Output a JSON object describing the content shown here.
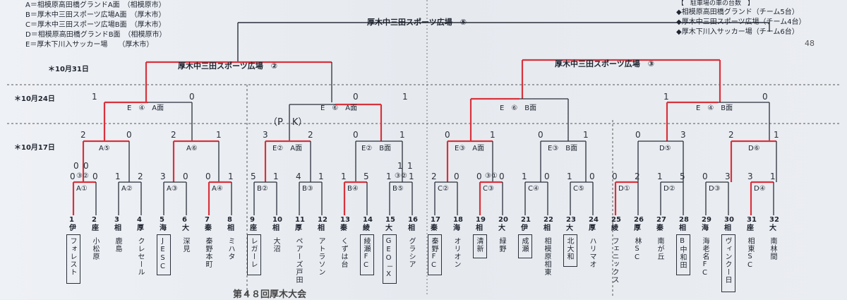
{
  "legend": [
    "A＝相模原高田橋グランドA面　（相模原市）",
    "B＝厚木中三田スポーツ広場A面　（厚木市）",
    "C＝厚木中三田スポーツ広場B面　（厚木市）",
    "D＝相模原高田橋グランドB面　（相模原市）",
    "E＝厚木下川入サッカー場　　（厚木市）"
  ],
  "parking": {
    "header": "【　駐車場の車の台数　】",
    "lines": [
      "◆相模原高田橋グランド（チーム5台）",
      "◆厚木中三田スポーツ広場（チーム4台）",
      "◆厚木下川入サッカー場（チーム6台）"
    ],
    "note": "48"
  },
  "dates": [
    "＊10月31日",
    "＊10月24日",
    "＊10月17日"
  ],
  "final_venue": "厚木中三田スポーツ広場　⑤",
  "semi_venues": [
    "厚木中三田スポーツ広場　②",
    "厚木中三田スポーツ広場　③"
  ],
  "qf_labels": [
    "E　④　A面",
    "E　⑥　A面",
    "E　⑥　B面",
    "E　④　B面"
  ],
  "r2_labels": [
    "A⑤",
    "A⑥",
    "E②　A面",
    "E②　B面",
    "E③　A面",
    "E③　B面",
    "D⑤",
    "D⑥"
  ],
  "r1_labels": [
    "A①",
    "A②",
    "A③",
    "A④",
    "B②",
    "B③",
    "B④",
    "B⑤",
    "C②",
    "C③",
    "C④",
    "C⑤",
    "D①",
    "D②",
    "D③",
    "D④"
  ],
  "pre_labels": [
    "③②",
    "③②",
    "③①"
  ],
  "pk_note": "（P　K）",
  "scores": {
    "qf": [
      "1",
      "0",
      "0",
      "1",
      "1",
      "0"
    ],
    "r2": [
      "2",
      "0",
      "2",
      "1",
      "3",
      "2",
      "0",
      "1",
      "0",
      "1",
      "0",
      "1",
      "0",
      "3",
      "2",
      "1"
    ],
    "r1": [
      "0",
      "0",
      "1",
      "2",
      "3",
      "0",
      "0",
      "1",
      "5",
      "1",
      "4",
      "1",
      "1",
      "5",
      "1",
      "1",
      "2",
      "0",
      "0",
      "0",
      "1",
      "0",
      "1",
      "0",
      "0",
      "2",
      "1",
      "5",
      "0",
      "3",
      "3",
      "1"
    ],
    "pre": [
      "0",
      "0",
      "1",
      "1"
    ]
  },
  "teams": [
    {
      "num": "1",
      "abbr": "伊",
      "name": "フォレスト",
      "boxed": true
    },
    {
      "num": "2",
      "abbr": "座",
      "name": "小松原",
      "boxed": false
    },
    {
      "num": "3",
      "abbr": "相",
      "name": "鹿島",
      "boxed": false
    },
    {
      "num": "4",
      "abbr": "厚",
      "name": "クレセール",
      "boxed": false
    },
    {
      "num": "5",
      "abbr": "海",
      "name": "JESC",
      "boxed": true
    },
    {
      "num": "6",
      "abbr": "大",
      "name": "深見",
      "boxed": false
    },
    {
      "num": "7",
      "abbr": "秦",
      "name": "秦野本町",
      "boxed": false
    },
    {
      "num": "8",
      "abbr": "相",
      "name": "ミハタ",
      "boxed": false
    },
    {
      "num": "9",
      "abbr": "座",
      "name": "レガーレ",
      "boxed": true
    },
    {
      "num": "10",
      "abbr": "相",
      "name": "大沼",
      "boxed": false
    },
    {
      "num": "11",
      "abbr": "厚",
      "name": "ペアーズ戸田",
      "boxed": false
    },
    {
      "num": "12",
      "abbr": "相",
      "name": "アトラソン",
      "boxed": false
    },
    {
      "num": "13",
      "abbr": "秦",
      "name": "くずは台",
      "boxed": false
    },
    {
      "num": "14",
      "abbr": "綾",
      "name": "綾瀬FC",
      "boxed": true
    },
    {
      "num": "15",
      "abbr": "大",
      "name": "GEO－X",
      "boxed": true
    },
    {
      "num": "16",
      "abbr": "相",
      "name": "グラシア",
      "boxed": false
    },
    {
      "num": "17",
      "abbr": "秦",
      "name": "秦野FC",
      "boxed": true
    },
    {
      "num": "18",
      "abbr": "海",
      "name": "オリオン",
      "boxed": false
    },
    {
      "num": "19",
      "abbr": "相",
      "name": "清新",
      "boxed": true
    },
    {
      "num": "20",
      "abbr": "大",
      "name": "緑野",
      "boxed": false
    },
    {
      "num": "21",
      "abbr": "伊",
      "name": "成瀬",
      "boxed": true
    },
    {
      "num": "22",
      "abbr": "相",
      "name": "相模原相東",
      "boxed": false
    },
    {
      "num": "23",
      "abbr": "大",
      "name": "北大和",
      "boxed": true
    },
    {
      "num": "24",
      "abbr": "厚",
      "name": "ハリマオ",
      "boxed": false
    },
    {
      "num": "25",
      "abbr": "綾",
      "name": "フェニックス",
      "boxed": false
    },
    {
      "num": "26",
      "abbr": "厚",
      "name": "林SC",
      "boxed": false
    },
    {
      "num": "27",
      "abbr": "秦",
      "name": "南が丘",
      "boxed": false
    },
    {
      "num": "28",
      "abbr": "相",
      "name": "B中和田",
      "boxed": true
    },
    {
      "num": "29",
      "abbr": "海",
      "name": "海老名FC",
      "boxed": false
    },
    {
      "num": "30",
      "abbr": "相",
      "name": "ヴィンクー日",
      "boxed": true
    },
    {
      "num": "31",
      "abbr": "座",
      "name": "相東SC",
      "boxed": false
    },
    {
      "num": "32",
      "abbr": "大",
      "name": "南林間",
      "boxed": false
    }
  ],
  "footer": "第４８回厚木大会"
}
